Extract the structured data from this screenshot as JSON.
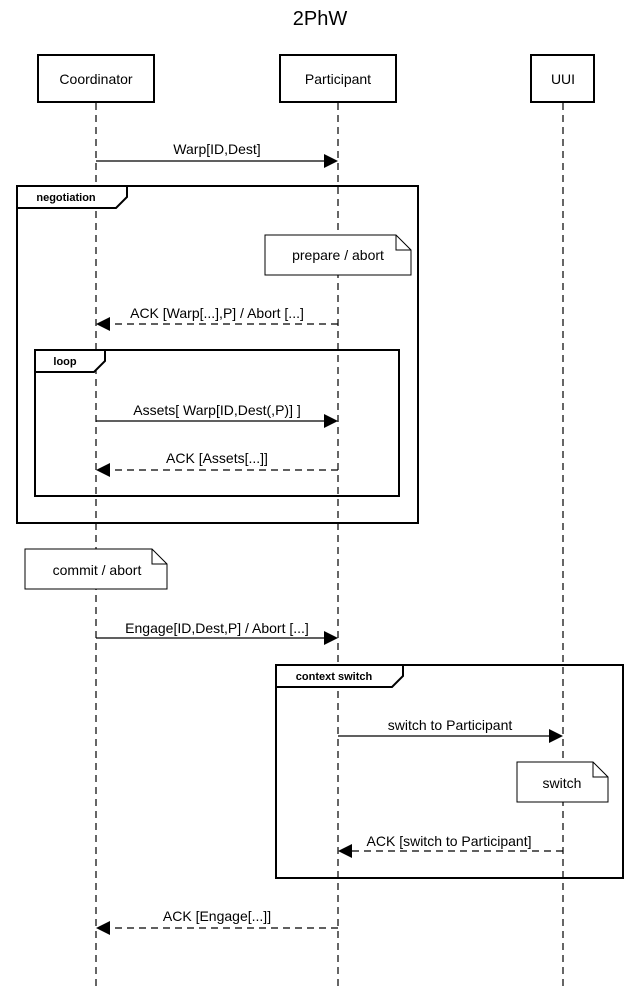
{
  "title": "2PhW",
  "actors": {
    "coordinator": "Coordinator",
    "participant": "Participant",
    "uui": "UUI"
  },
  "frames": {
    "negotiation": "negotiation",
    "loop": "loop",
    "context_switch": "context switch"
  },
  "notes": {
    "prepare": "prepare / abort",
    "commit": "commit / abort",
    "switch": "switch"
  },
  "messages": {
    "warp": "Warp[ID,Dest]",
    "ack_warp": "ACK [Warp[...],P] / Abort [...]",
    "assets": "Assets[ Warp[ID,Dest(,P)] ]",
    "ack_assets": "ACK [Assets[...]]",
    "engage": "Engage[ID,Dest,P] / Abort [...]",
    "switch_to": "switch to Participant",
    "ack_switch": "ACK [switch to Participant]",
    "ack_engage": "ACK [Engage[...]]"
  }
}
